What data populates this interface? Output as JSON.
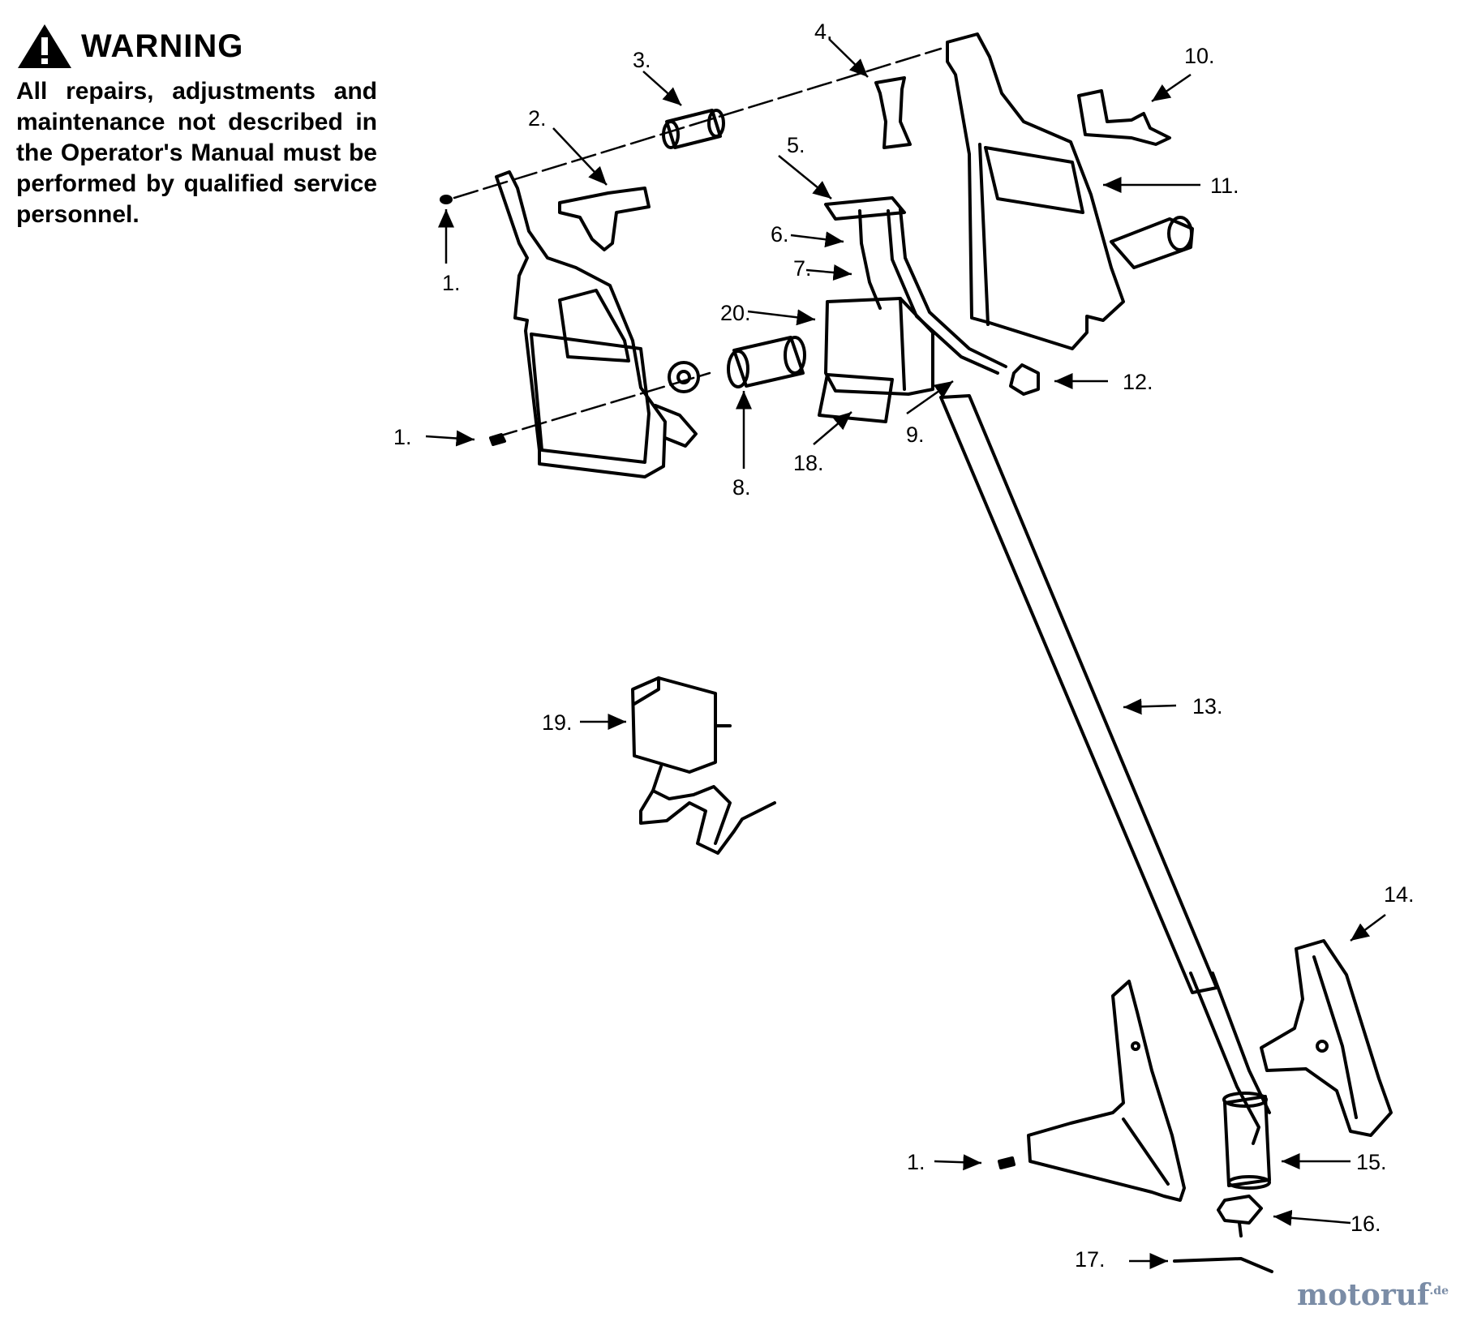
{
  "warning": {
    "icon": "warning-triangle-icon",
    "title": "WARNING",
    "text": "All repairs, adjustments and maintenance not described in the Operator's Manual must be performed by qualified service personnel."
  },
  "callouts": [
    {
      "id": "1a",
      "label": "1."
    },
    {
      "id": "1b",
      "label": "1."
    },
    {
      "id": "1c",
      "label": "1."
    },
    {
      "id": "2",
      "label": "2."
    },
    {
      "id": "3",
      "label": "3."
    },
    {
      "id": "4",
      "label": "4."
    },
    {
      "id": "5",
      "label": "5."
    },
    {
      "id": "6",
      "label": "6."
    },
    {
      "id": "7",
      "label": "7."
    },
    {
      "id": "8",
      "label": "8."
    },
    {
      "id": "9",
      "label": "9."
    },
    {
      "id": "10",
      "label": "10."
    },
    {
      "id": "11",
      "label": "11."
    },
    {
      "id": "12",
      "label": "12."
    },
    {
      "id": "13",
      "label": "13."
    },
    {
      "id": "14",
      "label": "14."
    },
    {
      "id": "15",
      "label": "15."
    },
    {
      "id": "16",
      "label": "16."
    },
    {
      "id": "17",
      "label": "17."
    },
    {
      "id": "18",
      "label": "18."
    },
    {
      "id": "19",
      "label": "19."
    },
    {
      "id": "20",
      "label": "20."
    }
  ],
  "watermark": {
    "name": "motoruf",
    "tld": ".de"
  }
}
